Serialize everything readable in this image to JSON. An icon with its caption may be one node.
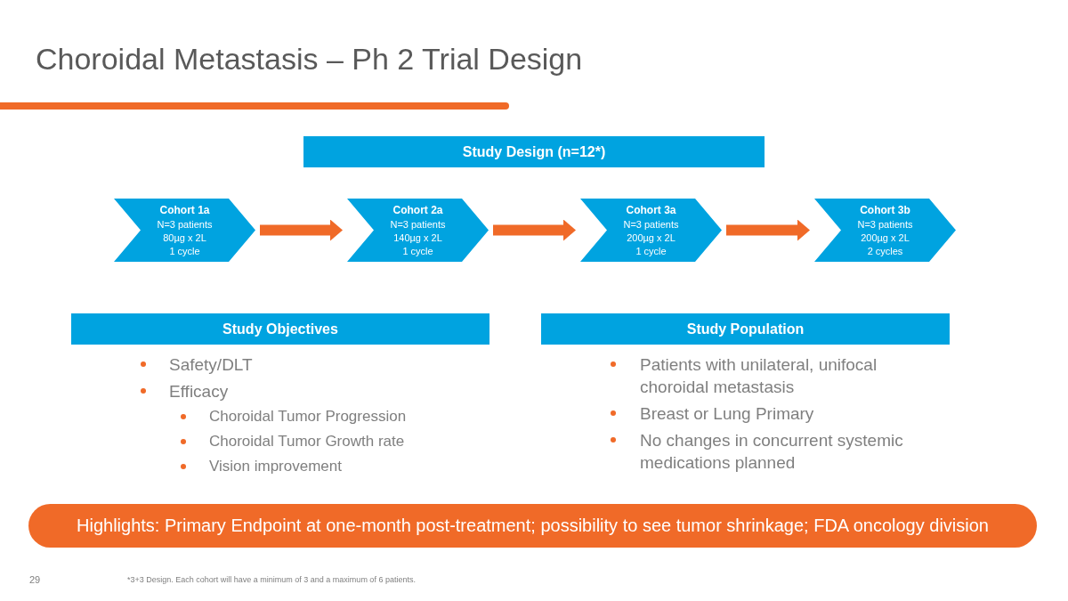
{
  "diagram": {
    "title": "Choroidal Metastasis – Ph 2 Trial Design",
    "nodes": [
      {
        "text": [
          "Study Design (n=12*)"
        ]
      },
      {
        "text": [
          "Cohort 1a",
          "N=3 patients",
          "80µg x 2L",
          "1 cycle"
        ]
      },
      {
        "text": [
          "Cohort 2a",
          "N=3 patients",
          "140µg x 2L",
          "1 cycle"
        ]
      },
      {
        "text": [
          "Cohort 3a",
          "N=3 patients",
          "200µg x 2L",
          "1 cycle"
        ]
      },
      {
        "text": [
          "Cohort 3b",
          "N=3 patients",
          "200µg x 2L",
          "2 cycles"
        ]
      },
      {
        "text": [
          "Study Objectives"
        ]
      },
      {
        "text": [
          "Study Population"
        ]
      },
      {
        "text": [
          "Highlights: Primary Endpoint at one-month post-treatment; possibility to see tumor shrinkage; FDA oncology division"
        ]
      }
    ],
    "edges": [
      {
        "from": 1,
        "to": 2,
        "arrow": "to"
      },
      {
        "from": 2,
        "to": 3,
        "arrow": "to"
      },
      {
        "from": 3,
        "to": 4,
        "arrow": "to"
      }
    ],
    "labels": [
      "Safety/DLT",
      "Efficacy",
      "Choroidal Tumor Progression",
      "Choroidal Tumor Growth rate",
      "Vision improvement",
      "Patients with unilateral, unifocal choroidal metastasis",
      "Breast or Lung Primary",
      "No changes in concurrent systemic medications planned",
      "29",
      "*3+3 Design. Each cohort will have a minimum of 3 and a maximum of 6 patients."
    ]
  }
}
